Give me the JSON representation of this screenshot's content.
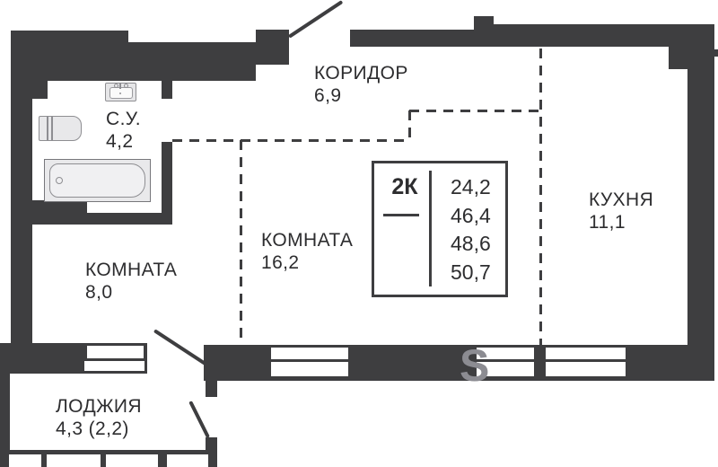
{
  "plan": {
    "summary": {
      "type_label": "2К",
      "areas": [
        "24,2",
        "46,4",
        "48,6",
        "50,7"
      ]
    },
    "rooms": {
      "corridor": {
        "label": "КОРИДОР",
        "area": "6,9"
      },
      "bathroom": {
        "label": "С.У.",
        "area": "4,2"
      },
      "kitchen": {
        "label": "КУХНЯ",
        "area": "11,1"
      },
      "room_large": {
        "label": "КОМНАТА",
        "area": "16,2"
      },
      "room_small": {
        "label": "КОМНАТА",
        "area": "8,0"
      },
      "loggia": {
        "label": "ЛОДЖИЯ",
        "area": "4,3 (2,2)"
      }
    },
    "watermark": "S",
    "colors": {
      "wall": "#3e3e40",
      "text": "#2d2d2f",
      "fixture_fill": "#ebebed",
      "fixture_stroke": "#8e8e92",
      "background": "#ffffff"
    }
  }
}
